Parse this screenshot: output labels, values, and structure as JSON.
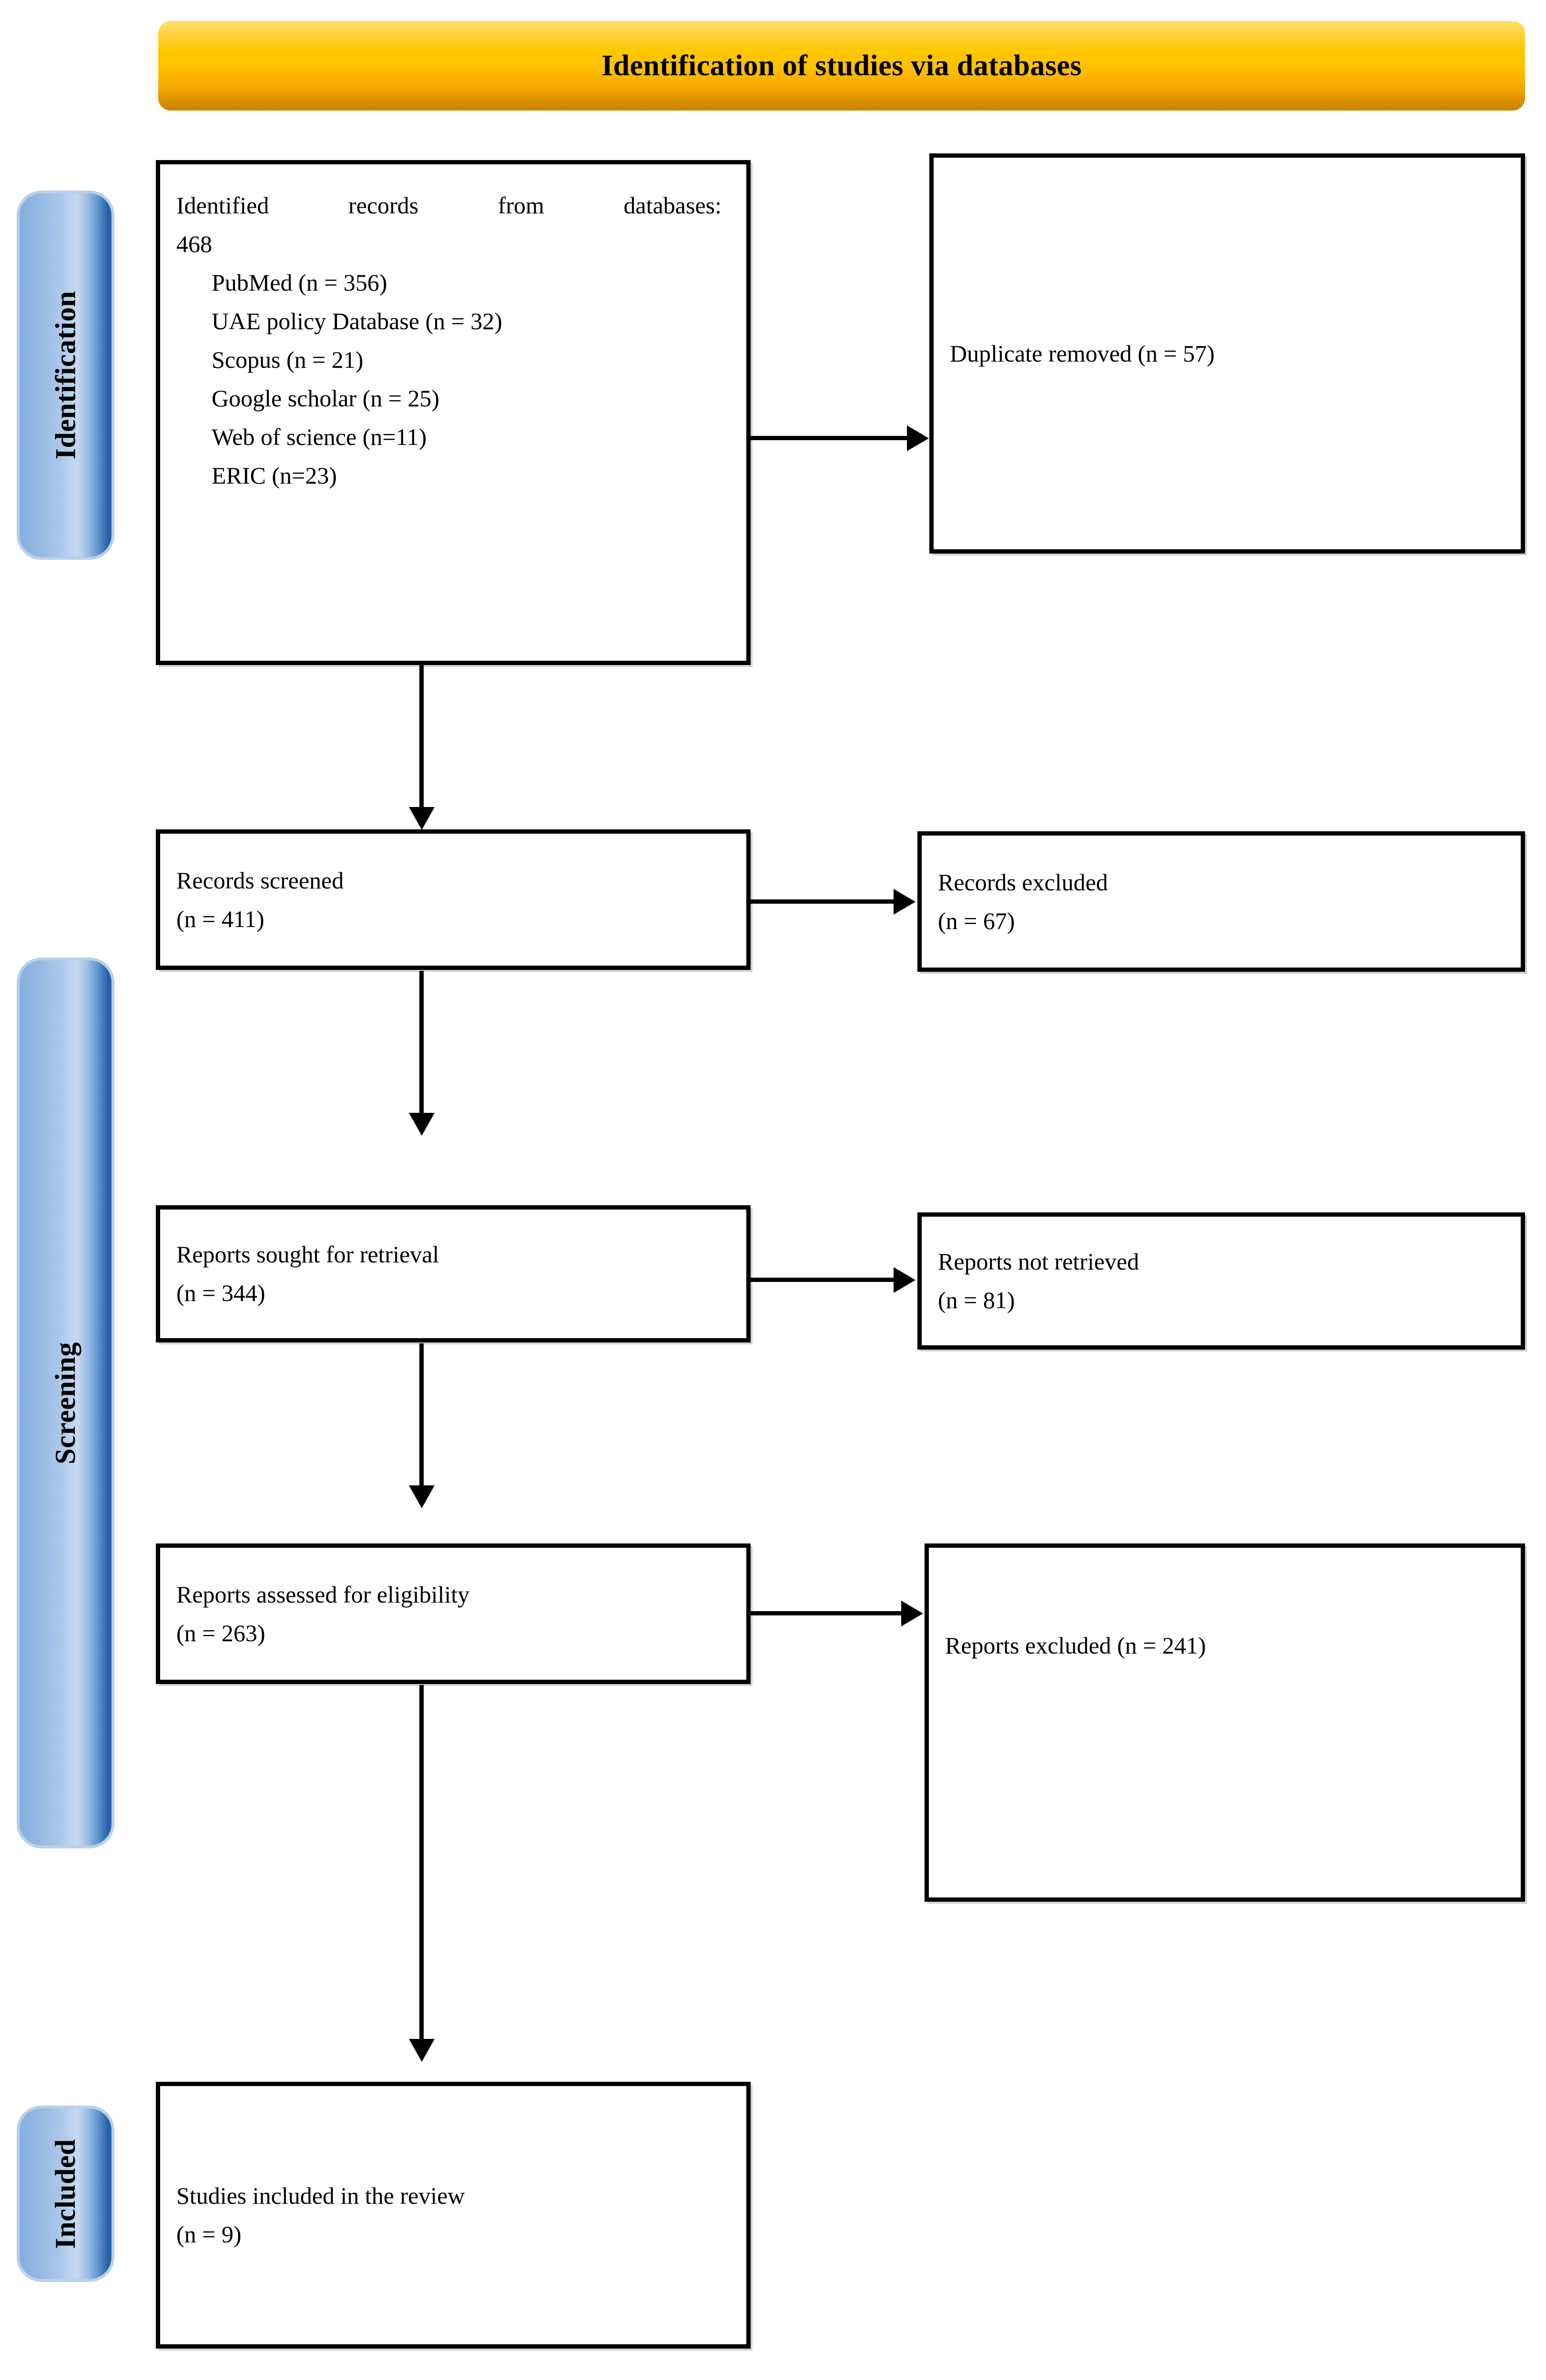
{
  "header": {
    "title": "Identification of studies via databases"
  },
  "sidebar": {
    "items": [
      {
        "label": "Identification"
      },
      {
        "label": "Screening"
      },
      {
        "label": "Included"
      }
    ]
  },
  "flow": {
    "identification_box": {
      "heading": "Identified records from databases:",
      "total": "468",
      "sources": [
        "PubMed (n = 356)",
        " UAE policy Database (n = 32)",
        "Scopus (n = 21)",
        "Google scholar (n = 25)",
        "Web of science (n=11)",
        "ERIC (n=23)"
      ]
    },
    "duplicates_box": {
      "text": "Duplicate removed (n = 57)"
    },
    "screened_box": {
      "label": "Records screened",
      "count": "(n = 411)"
    },
    "records_excluded_box": {
      "label": "Records excluded",
      "count": "(n = 67)"
    },
    "sought_box": {
      "label": "Reports sought for retrieval",
      "count": "(n = 344)"
    },
    "not_retrieved_box": {
      "label": "Reports not retrieved",
      "count": "(n = 81)"
    },
    "eligibility_box": {
      "label": "Reports assessed for eligibility",
      "count": "(n = 263)"
    },
    "reports_excluded_box": {
      "text": "Reports excluded (n = 241)"
    },
    "included_box": {
      "label": "Studies included in the review",
      "count": "(n = 9)"
    }
  },
  "colors": {
    "banner_top": "#ffdf6b",
    "banner_bottom": "#c98400",
    "pill_light": "#c6d9f0",
    "pill_dark": "#1f5ea8",
    "pill_outline": "#b9d0ea",
    "box_border": "#000000",
    "text": "#000000"
  }
}
